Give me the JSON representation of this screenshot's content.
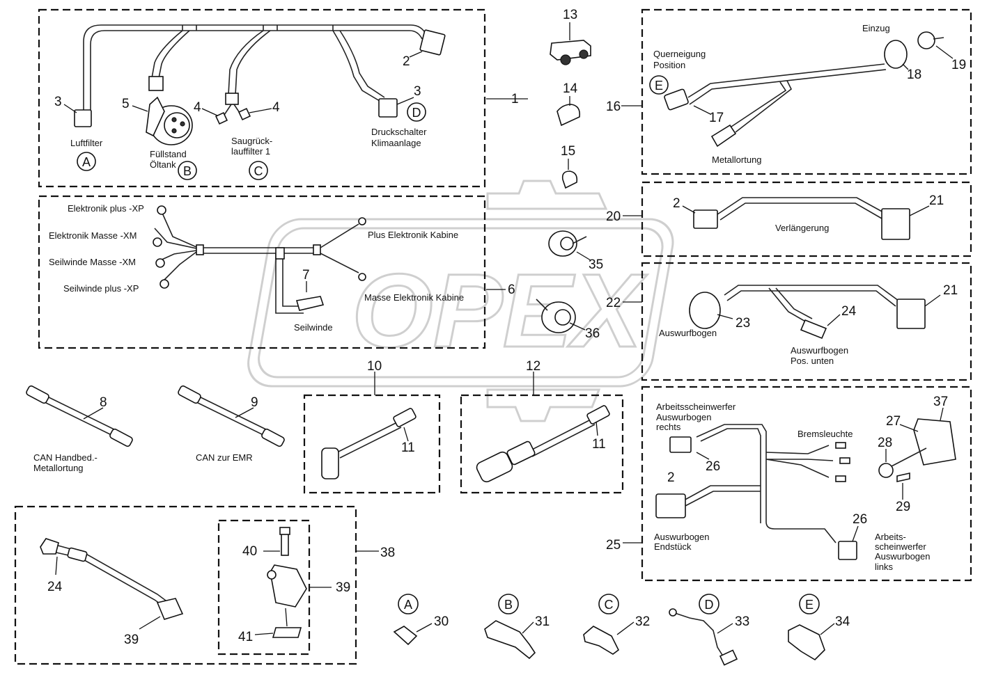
{
  "watermark": "OPEX",
  "labels": {
    "luftfilter": "Luftfilter",
    "fuellstand_1": "Füllstand",
    "fuellstand_2": "Öltank",
    "saug_1": "Saugrück-",
    "saug_2": "lauffilter 1",
    "druck_1": "Druckschalter",
    "druck_2": "Klimaanlage",
    "querneigung_1": "Querneigung",
    "querneigung_2": "Position",
    "einzug": "Einzug",
    "metallortung": "Metallortung",
    "verlaengerung": "Verlängerung",
    "auswurfbogen": "Auswurfbogen",
    "auswurf_pos_1": "Auswurfbogen",
    "auswurf_pos_2": "Pos. unten",
    "elek_plus": "Elektronik plus -XP",
    "elek_masse": "Elektronik Masse -XM",
    "seil_masse": "Seilwinde Masse -XM",
    "seil_plus": "Seilwinde plus -XP",
    "plus_kabine": "Plus Elektronik Kabine",
    "masse_kabine": "Masse Elektronik Kabine",
    "seilwinde": "Seilwinde",
    "can_hand_1": "CAN Handbed.-",
    "can_hand_2": "Metallortung",
    "can_emr": "CAN zur EMR",
    "asw_rechts_1": "Arbeitsscheinwerfer",
    "asw_rechts_2": "Auswurbogen",
    "asw_rechts_3": "rechts",
    "bremsleuchte": "Bremsleuchte",
    "endstueck_1": "Auswurbogen",
    "endstueck_2": "Endstück",
    "asw_links_1": "Arbeits-",
    "asw_links_2": "scheinwerfer",
    "asw_links_3": "Auswurbogen",
    "asw_links_4": "links"
  },
  "circles": {
    "a": "A",
    "b": "B",
    "c": "C",
    "d": "D",
    "e": "E"
  },
  "numbers": {
    "n1": "1",
    "n2": "2",
    "n3": "3",
    "n4": "4",
    "n5": "5",
    "n6": "6",
    "n7": "7",
    "n8": "8",
    "n9": "9",
    "n10": "10",
    "n11": "11",
    "n12": "12",
    "n13": "13",
    "n14": "14",
    "n15": "15",
    "n16": "16",
    "n17": "17",
    "n18": "18",
    "n19": "19",
    "n20": "20",
    "n21": "21",
    "n22": "22",
    "n23": "23",
    "n24": "24",
    "n25": "25",
    "n26": "26",
    "n27": "27",
    "n28": "28",
    "n29": "29",
    "n30": "30",
    "n31": "31",
    "n32": "32",
    "n33": "33",
    "n34": "34",
    "n35": "35",
    "n36": "36",
    "n37": "37",
    "n38": "38",
    "n39": "39",
    "n40": "40",
    "n41": "41"
  }
}
